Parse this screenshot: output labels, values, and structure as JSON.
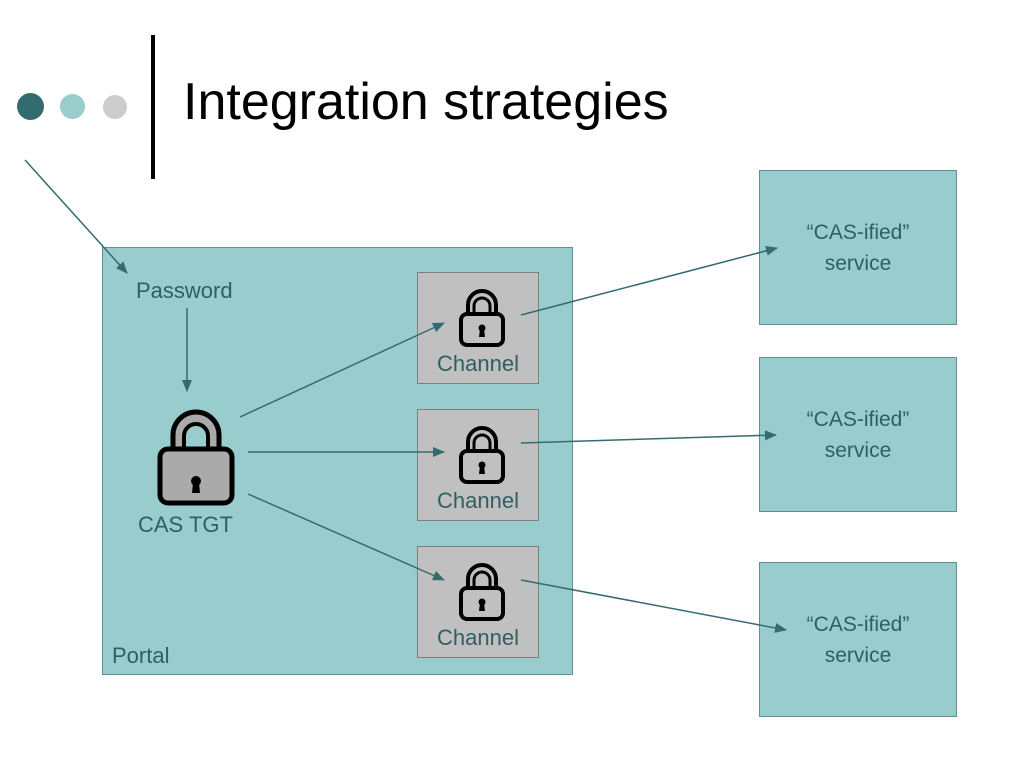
{
  "slide": {
    "title": "Integration strategies"
  },
  "colors": {
    "dot_dark": "#336b70",
    "dot_teal": "#99cccc",
    "dot_gray": "#cccccc",
    "box_fill": "#99cccc",
    "channel_fill": "#c0c0c0",
    "text_teal": "#2f5f62",
    "arrow": "#336b70"
  },
  "diagram": {
    "portal_label": "Portal",
    "password_label": "Password",
    "tgt_label": "CAS TGT",
    "channels": [
      {
        "label": "Channel"
      },
      {
        "label": "Channel"
      },
      {
        "label": "Channel"
      }
    ],
    "services": [
      {
        "line1": "“CAS-ified”",
        "line2": "service"
      },
      {
        "line1": "“CAS-ified”",
        "line2": "service"
      },
      {
        "line1": "“CAS-ified”",
        "line2": "service"
      }
    ]
  }
}
